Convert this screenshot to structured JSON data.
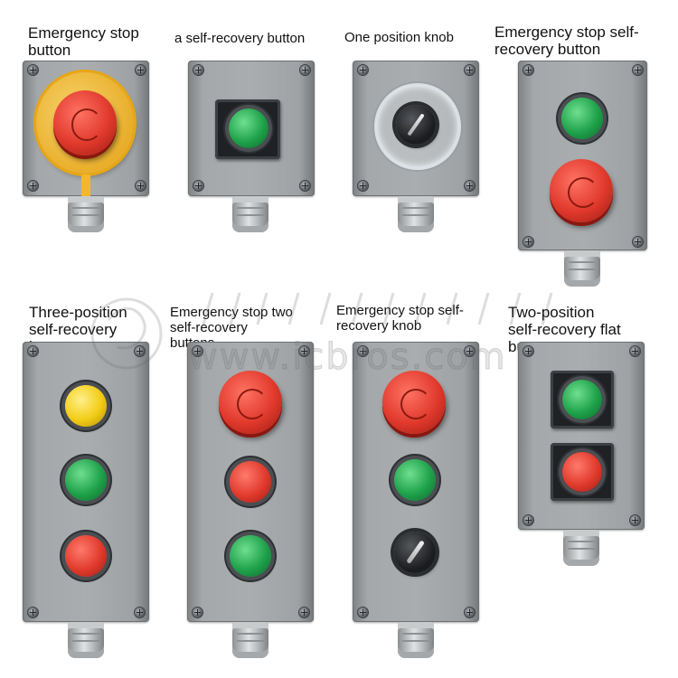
{
  "labels": {
    "p1": "Emergency stop\nbutton",
    "p2": "a self-recovery button",
    "p3": "One position knob",
    "p4": "Emergency stop self-\nrecovery button",
    "p5": "Three-position\nself-recovery\nbutton",
    "p6": "Emergency stop two\nself-recovery\nbuttons",
    "p7": "Emergency stop self-\nrecovery knob",
    "p8": "Two-position\nself-recovery flat\nbutton"
  },
  "watermark": {
    "domain": "www.icbros.com"
  },
  "colors": {
    "housing": "#a9adaf",
    "green": "#1fa14a",
    "red": "#e03a2c",
    "yellow": "#f2cc16",
    "knob": "#1b1c1e"
  }
}
